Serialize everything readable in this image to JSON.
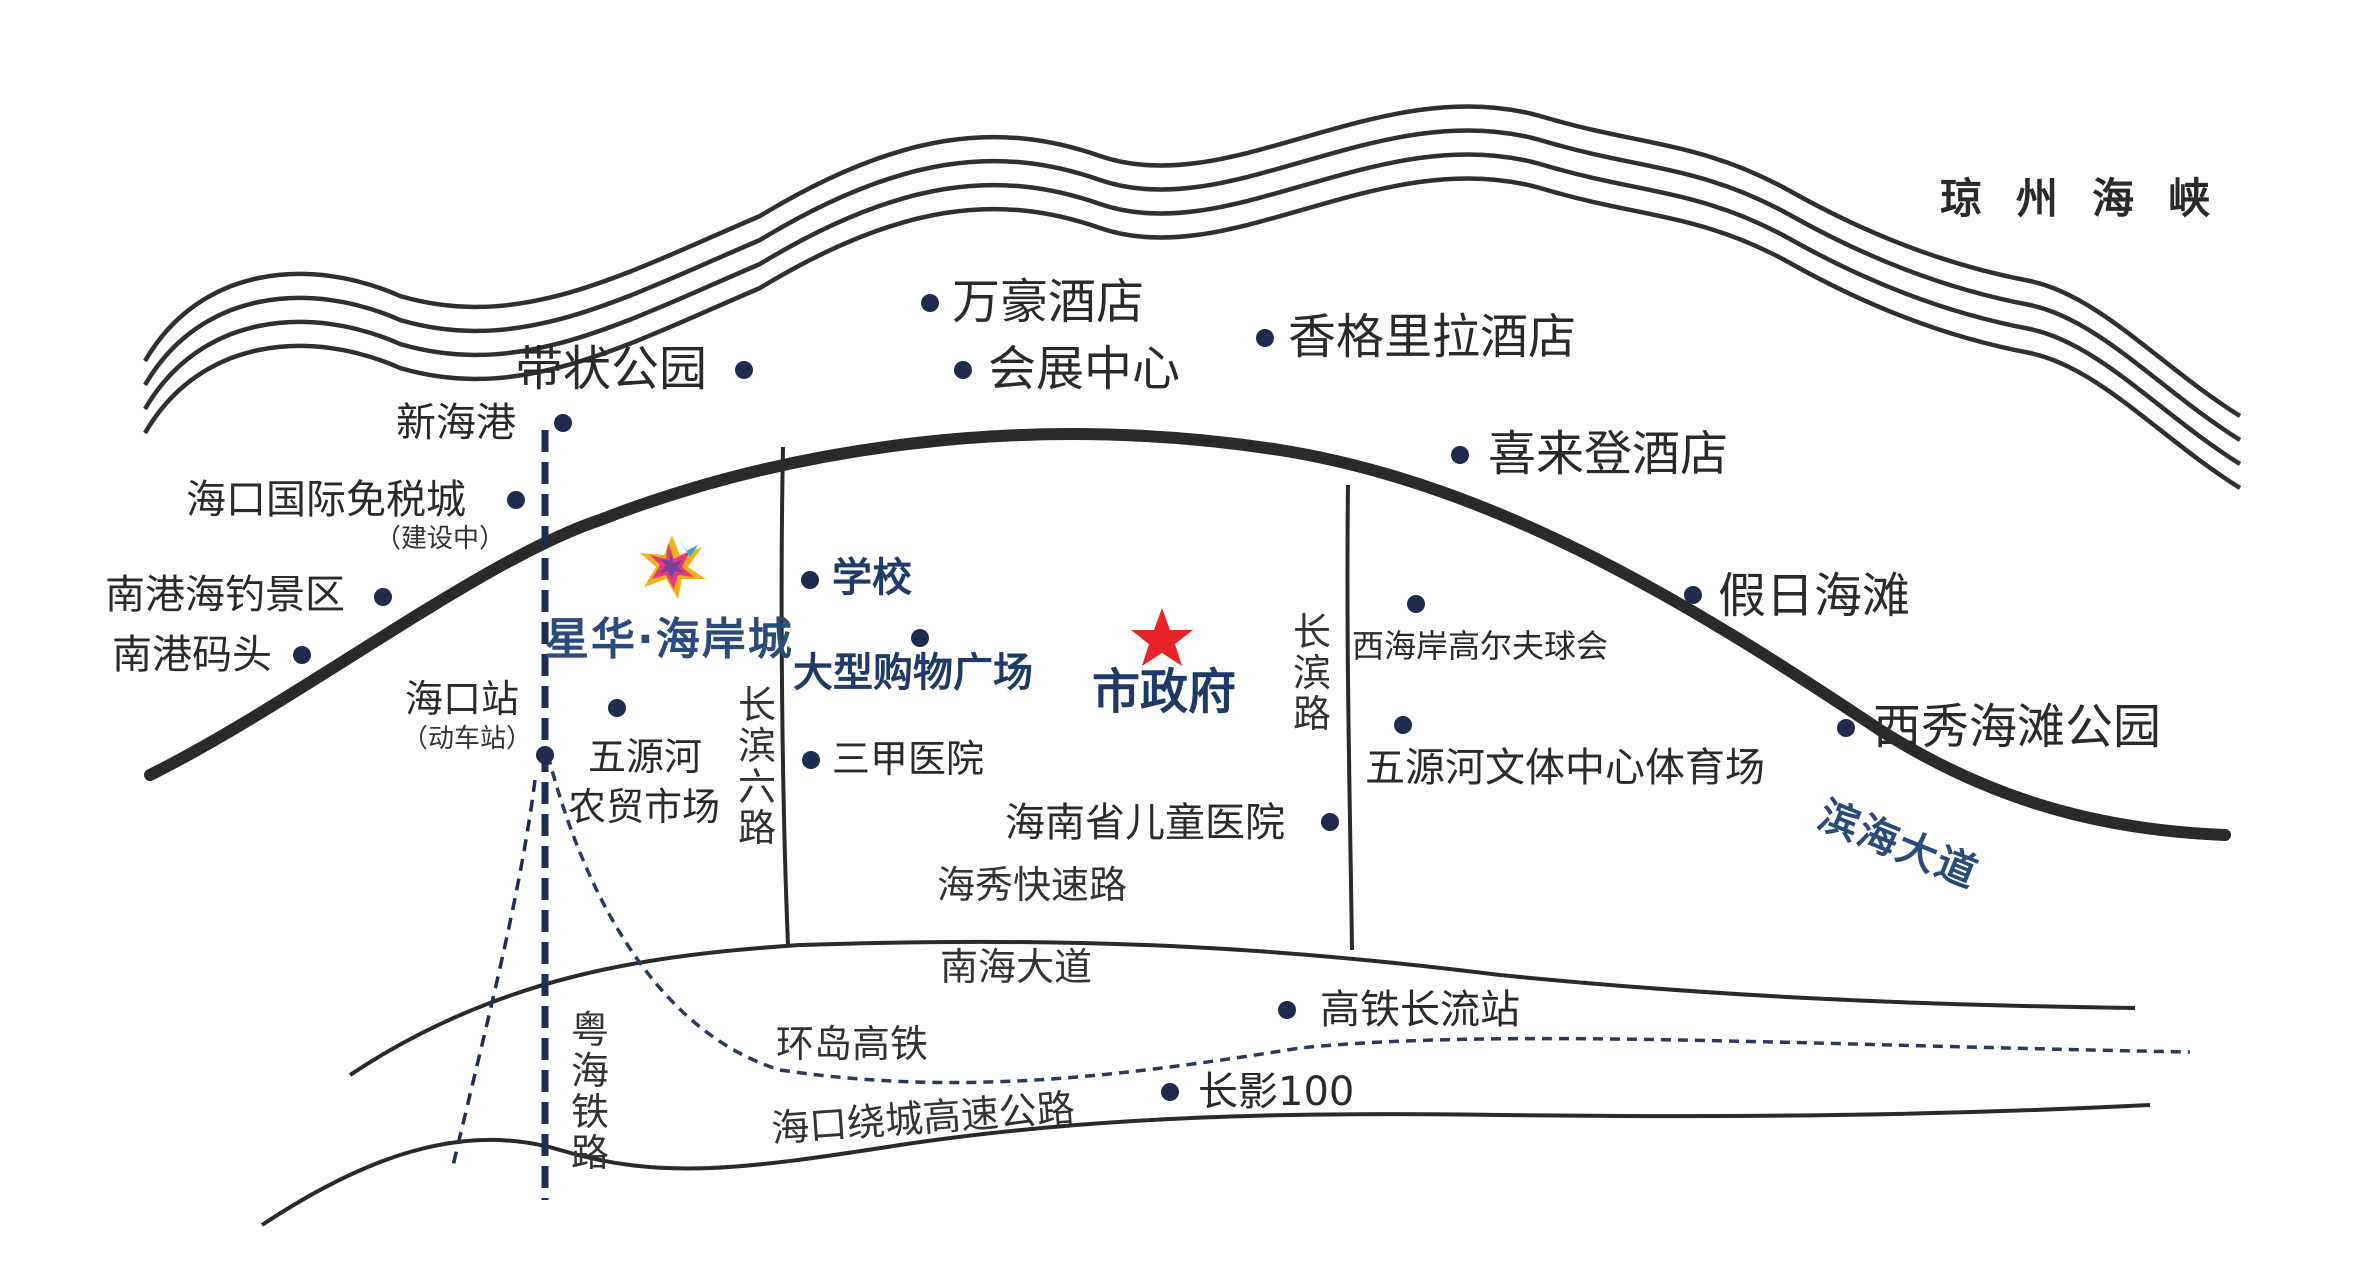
{
  "map": {
    "sea_label": "琼州海峡",
    "colors": {
      "dot": "#1f2b4e",
      "road": "#2a2a2a",
      "accent": "#e8242a",
      "brand": "#2b4b7c"
    },
    "pois": {
      "wanhao_hotel": "万豪酒店",
      "daizhuang_park": "带状公园",
      "convention_center": "会展中心",
      "shangri_la": "香格里拉酒店",
      "xinhai_port": "新海港",
      "duty_free": "海口国际免税城",
      "duty_free_note": "（建设中）",
      "sheraton": "喜来登酒店",
      "nangang_fishing": "南港海钓景区",
      "nangang_pier": "南港码头",
      "school": "学校",
      "shopping": "大型购物广场",
      "city_government": "市政府",
      "golf_club": "西海岸高尔夫球会",
      "holiday_beach": "假日海滩",
      "haikou_station": "海口站",
      "haikou_station_note": "（动车站）",
      "wuyuan_market_1": "五源河",
      "wuyuan_market_2": "农贸市场",
      "hospital": "三甲医院",
      "wuyuan_sports": "五源河文体中心体育场",
      "xixiu_park": "西秀海滩公园",
      "children_hospital": "海南省儿童医院",
      "hsr_station": "高铁长流站",
      "changying": "长影100"
    },
    "project": {
      "name": "星华·海岸城",
      "icon": "xinghua-logo-icon"
    },
    "roads": {
      "binhai_avenue": "滨海大道",
      "changbin_6": "长滨六路",
      "changbin": "长滨路",
      "haixiu_express": "海秀快速路",
      "nanhai_avenue": "南海大道",
      "island_railway": "环岛高铁",
      "yuehai_railway": "粤海铁路",
      "ring_expressway": "海口绕城高速公路"
    },
    "icons": {
      "poi": "location-dot-icon",
      "government": "red-star-icon"
    }
  }
}
